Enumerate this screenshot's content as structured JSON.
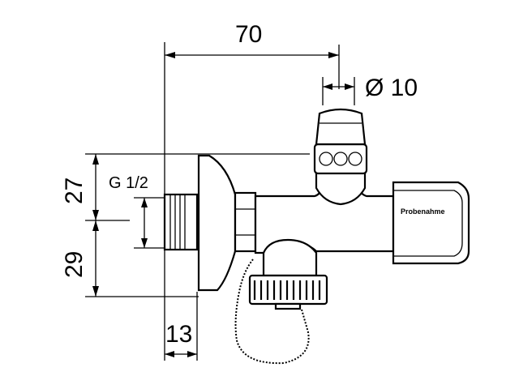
{
  "dimensions": {
    "width_total": "70",
    "handle_diameter": "Ø 10",
    "thread": "G 1/2",
    "upper_height": "27",
    "lower_height": "29",
    "outlet_depth": "13"
  },
  "labels": {
    "cap_label": "Probenahme"
  }
}
